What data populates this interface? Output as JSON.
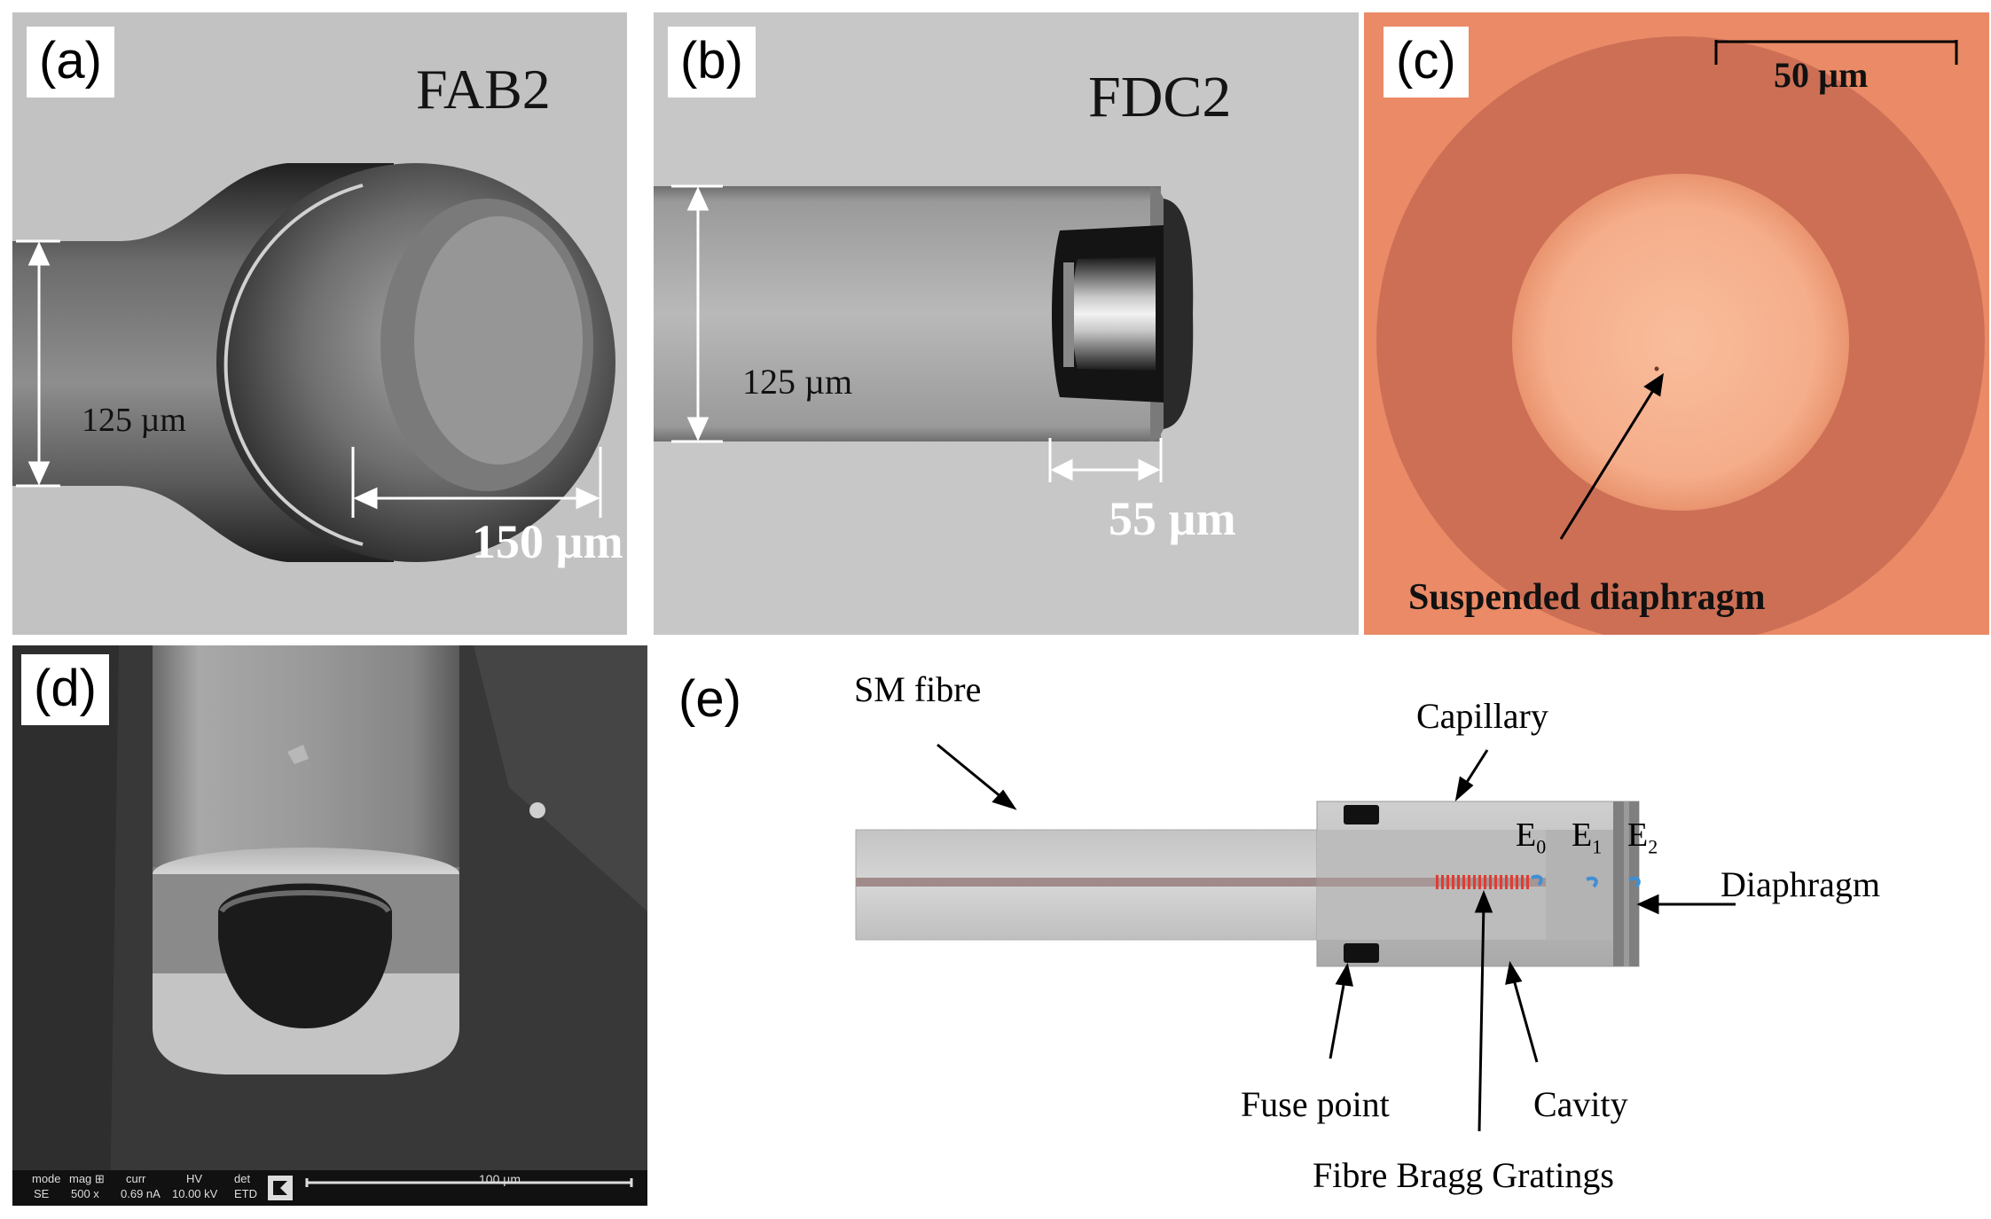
{
  "panels": {
    "a": {
      "tag": "(a)",
      "title": "FAB2",
      "dim_vertical": "125 µm",
      "dim_horizontal": "150 µm"
    },
    "b": {
      "tag": "(b)",
      "title": "FDC2",
      "dim_vertical": "125 µm",
      "dim_horizontal": "55 µm"
    },
    "c": {
      "tag": "(c)",
      "scale_bar": "50 µm",
      "annotation": "Suspended diaphragm",
      "colors": {
        "background": "#ea8a66",
        "ring": "#cd6f55",
        "center": "#f7b593"
      }
    },
    "d": {
      "tag": "(d)",
      "info_bar": {
        "mode_label": "mode",
        "mode_value": "SE",
        "mag_label": "mag ⊞",
        "mag_value": "500 x",
        "curr_label": "curr",
        "curr_value": "0.69 nA",
        "hv_label": "HV",
        "hv_value": "10.00 kV",
        "det_label": "det",
        "det_value": "ETD",
        "scale": "100 µm"
      }
    },
    "e": {
      "tag": "(e)",
      "labels": {
        "sm_fibre": "SM fibre",
        "capillary": "Capillary",
        "diaphragm": "Diaphragm",
        "fuse_point": "Fuse point",
        "cavity": "Cavity",
        "fbg": "Fibre Bragg Gratings"
      },
      "fields": [
        {
          "main": "E",
          "sub": "0"
        },
        {
          "main": "E",
          "sub": "1"
        },
        {
          "main": "E",
          "sub": "2"
        }
      ],
      "colors": {
        "grating": "#e03c32",
        "field_arrow": "#3f8fd4"
      }
    }
  }
}
